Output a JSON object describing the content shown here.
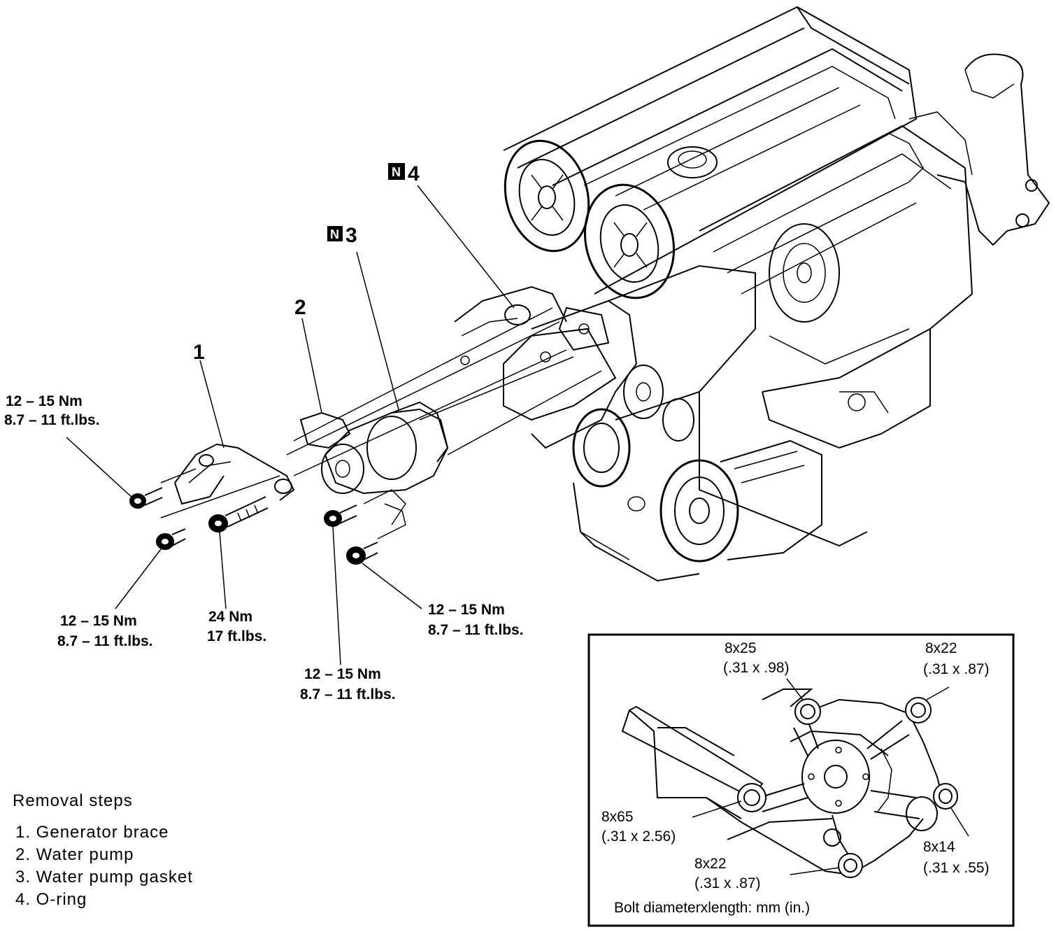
{
  "callouts": {
    "c1": "1",
    "c2": "2",
    "c3": "3",
    "c4": "4",
    "new_part_badge": "N"
  },
  "torques": {
    "brace_top": {
      "nm": "12 – 15 Nm",
      "ftlbs": "8.7 – 11 ft.lbs."
    },
    "brace_lower": {
      "nm": "12 – 15 Nm",
      "ftlbs": "8.7 – 11  ft.lbs."
    },
    "long_bolt": {
      "nm": "24 Nm",
      "ftlbs": "17 ft.lbs."
    },
    "pump_left": {
      "nm": "12 – 15 Nm",
      "ftlbs": "8.7 – 11 ft.lbs."
    },
    "pump_right": {
      "nm": "12 – 15 Nm",
      "ftlbs": "8.7 – 11 ft.lbs."
    }
  },
  "removal_steps": {
    "title": "Removal  steps",
    "items": [
      "1.  Generator  brace",
      "2.  Water  pump",
      "3.  Water  pump  gasket",
      "4.  O-ring"
    ]
  },
  "inset": {
    "bolts": [
      {
        "size": "8x25",
        "inches": "(.31 x .98)"
      },
      {
        "size": "8x22",
        "inches": "(.31 x .87)"
      },
      {
        "size": "8x65",
        "inches": "(.31 x 2.56)"
      },
      {
        "size": "8x22",
        "inches": "(.31 x .87)"
      },
      {
        "size": "8x14",
        "inches": "(.31 x .55)"
      }
    ],
    "caption": "Bolt diameterxlength: mm (in.)"
  }
}
